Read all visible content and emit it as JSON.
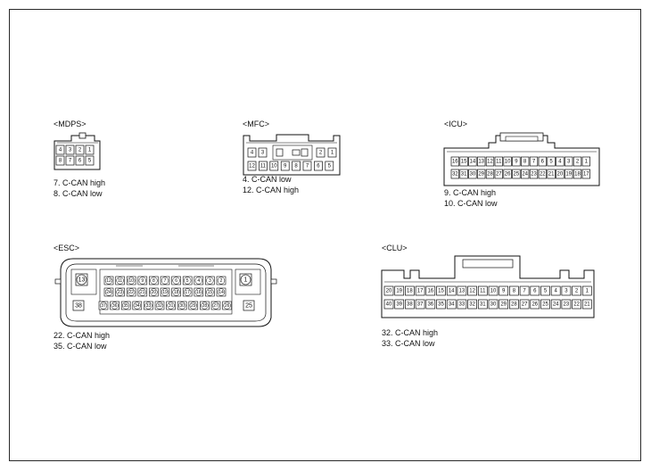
{
  "connectors": {
    "mdps": {
      "label": "<MDPS>",
      "top_pins": [
        "4",
        "3",
        "2",
        "1"
      ],
      "bottom_pins": [
        "8",
        "7",
        "6",
        "5"
      ],
      "notes": [
        "7. C-CAN high",
        "8. C-CAN low"
      ]
    },
    "mfc": {
      "label": "<MFC>",
      "top_pins": [
        "4",
        "3",
        "2",
        "1"
      ],
      "bottom_pins": [
        "12",
        "11",
        "10",
        "9",
        "8",
        "7",
        "6",
        "5"
      ],
      "notes": [
        "4. C-CAN low",
        "12. C-CAN high"
      ]
    },
    "icu": {
      "label": "<ICU>",
      "top_pins": [
        "16",
        "15",
        "14",
        "13",
        "12",
        "11",
        "10",
        "9",
        "8",
        "7",
        "6",
        "5",
        "4",
        "3",
        "2",
        "1"
      ],
      "bottom_pins": [
        "32",
        "31",
        "30",
        "29",
        "28",
        "27",
        "26",
        "25",
        "24",
        "23",
        "22",
        "21",
        "20",
        "19",
        "18",
        "17"
      ],
      "notes": [
        "9. C-CAN high",
        "10. C-CAN low"
      ]
    },
    "esc": {
      "label": "<ESC>",
      "corner_pins": [
        "13",
        "1",
        "38",
        "25"
      ],
      "row1": [
        "12",
        "11",
        "10",
        "9",
        "8",
        "7",
        "6",
        "5",
        "4",
        "3",
        "2"
      ],
      "row2": [
        "24",
        "23",
        "22",
        "21",
        "20",
        "19",
        "18",
        "17",
        "16",
        "15",
        "14"
      ],
      "row3": [
        "37",
        "36",
        "35",
        "34",
        "33",
        "32",
        "31",
        "30",
        "29",
        "28",
        "27",
        "26"
      ],
      "notes": [
        "22. C-CAN high",
        "35. C-CAN low"
      ]
    },
    "clu": {
      "label": "<CLU>",
      "top_pins": [
        "20",
        "19",
        "18",
        "17",
        "16",
        "15",
        "14",
        "13",
        "12",
        "11",
        "10",
        "9",
        "8",
        "7",
        "6",
        "5",
        "4",
        "3",
        "2",
        "1"
      ],
      "bottom_pins": [
        "40",
        "39",
        "38",
        "37",
        "36",
        "35",
        "34",
        "33",
        "32",
        "31",
        "30",
        "29",
        "28",
        "27",
        "26",
        "25",
        "24",
        "23",
        "22",
        "21"
      ],
      "notes": [
        "32. C-CAN high",
        "33. C-CAN low"
      ]
    }
  }
}
